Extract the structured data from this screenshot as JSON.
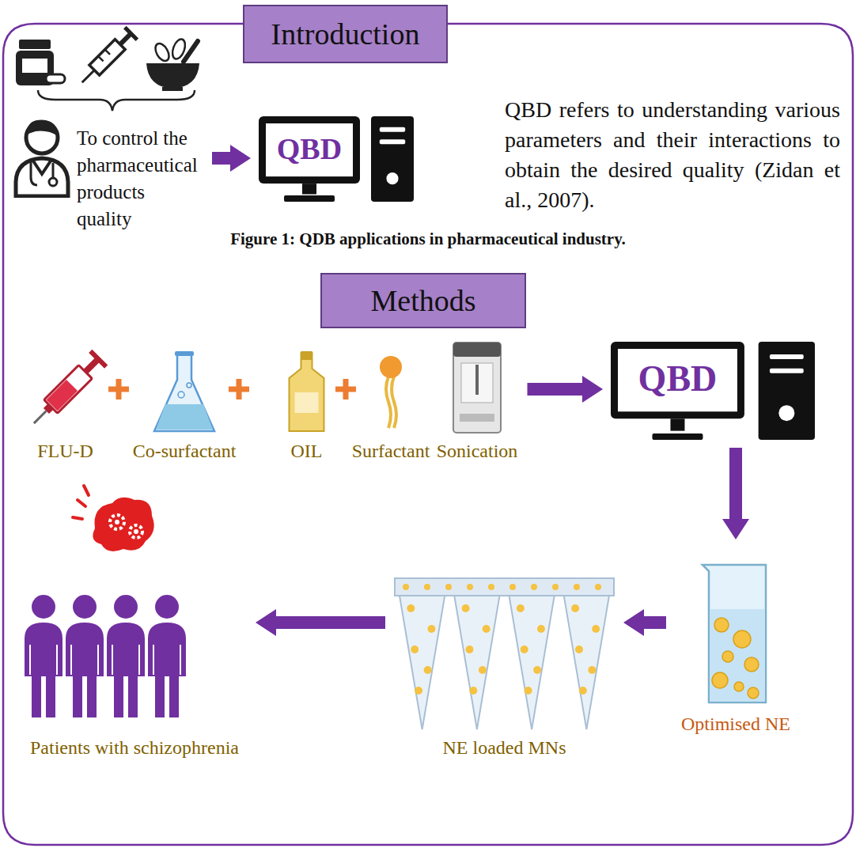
{
  "diagram": {
    "caption": "Figure 1: QDB applications in pharmaceutical industry.",
    "nodes": [
      {
        "text": [
          "Introduction"
        ]
      },
      {
        "text": [
          "To control the pharmaceutical products quality"
        ]
      },
      {
        "text": [
          "QBD"
        ]
      },
      {
        "text": [
          "Methods"
        ]
      },
      {
        "text": [
          "FLU-D"
        ]
      },
      {
        "text": [
          "Co-surfactant"
        ]
      },
      {
        "text": [
          "OIL"
        ]
      },
      {
        "text": [
          "Surfactant"
        ]
      },
      {
        "text": [
          "Sonication"
        ]
      },
      {
        "text": [
          "QBD"
        ]
      },
      {
        "text": [
          "Optimised NE"
        ]
      },
      {
        "text": [
          "NE loaded MNs"
        ]
      },
      {
        "text": [
          "Patients with schizophrenia"
        ]
      }
    ],
    "edges": [
      {
        "from": 1,
        "to": 2,
        "arrow": "to"
      },
      {
        "from": 8,
        "to": 9,
        "arrow": "to"
      },
      {
        "from": 9,
        "to": 10,
        "arrow": "to"
      },
      {
        "from": 10,
        "to": 11,
        "arrow": "to"
      },
      {
        "from": 11,
        "to": 12,
        "arrow": "to"
      }
    ],
    "labels": [
      "QBD refers to understanding various parameters and their interactions to obtain the desired quality (Zidan et al., 2007)."
    ]
  }
}
